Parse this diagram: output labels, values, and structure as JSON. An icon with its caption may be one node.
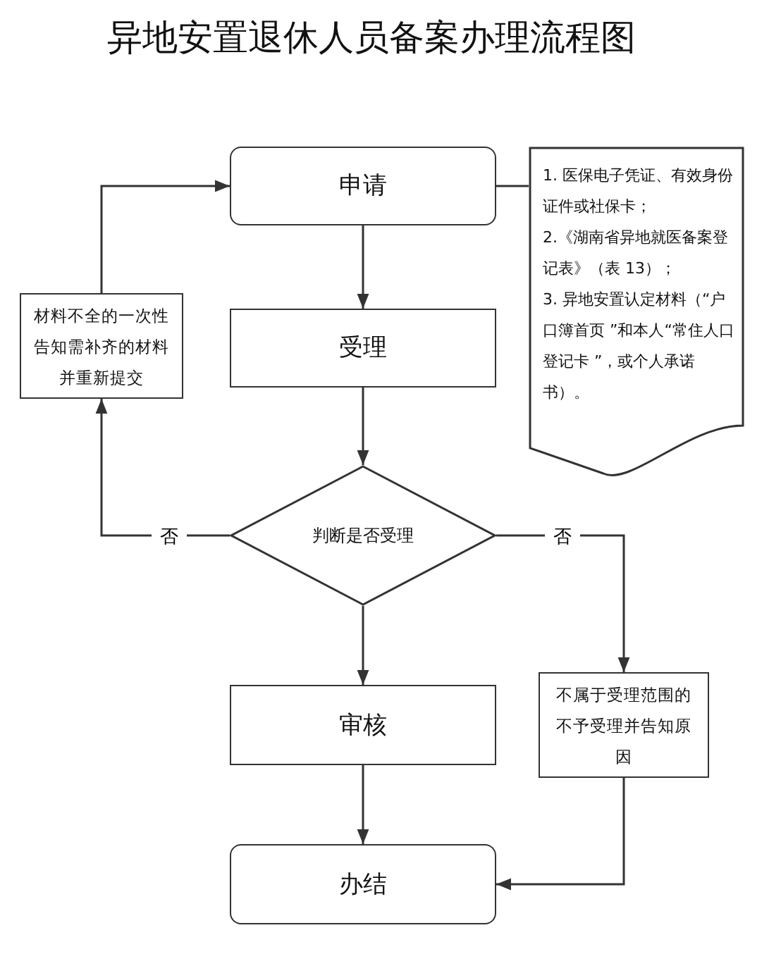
{
  "diagram": {
    "title": "异地安置退休人员备案办理流程图",
    "nodes": [
      {
        "text": [
          "申请"
        ]
      },
      {
        "text": [
          "1. 医保电子凭证、有效身份证件或社保卡；",
          "2.《湖南省异地就医备案登记表》（表 13）；",
          "3. 异地安置认定材料（“户口簿首页 ”和本人“常住人口登记卡 ”，或个人承诺书）。"
        ]
      },
      {
        "text": [
          "材料不全的一次性告知需补齐的材料并重新提交"
        ]
      },
      {
        "text": [
          "受理"
        ]
      },
      {
        "text": [
          "判断是否受理"
        ]
      },
      {
        "text": [
          "审核"
        ]
      },
      {
        "text": [
          "不属于受理范围的不予受理并告知原因"
        ]
      },
      {
        "text": [
          "办结"
        ]
      }
    ],
    "edges": [
      {
        "from": 0,
        "to": 3,
        "arrow": "to"
      },
      {
        "from": 3,
        "to": 4,
        "arrow": "to"
      },
      {
        "from": 4,
        "to": 5,
        "arrow": "to"
      },
      {
        "from": 5,
        "to": 7,
        "arrow": "to"
      },
      {
        "from": 4,
        "to": 2,
        "label": "否",
        "arrow": "to"
      },
      {
        "from": 2,
        "to": 0,
        "arrow": "to"
      },
      {
        "from": 4,
        "to": 6,
        "label": "否",
        "arrow": "to"
      },
      {
        "from": 6,
        "to": 7,
        "arrow": "to"
      },
      {
        "from": 0,
        "to": 1,
        "arrow": "none"
      }
    ]
  }
}
